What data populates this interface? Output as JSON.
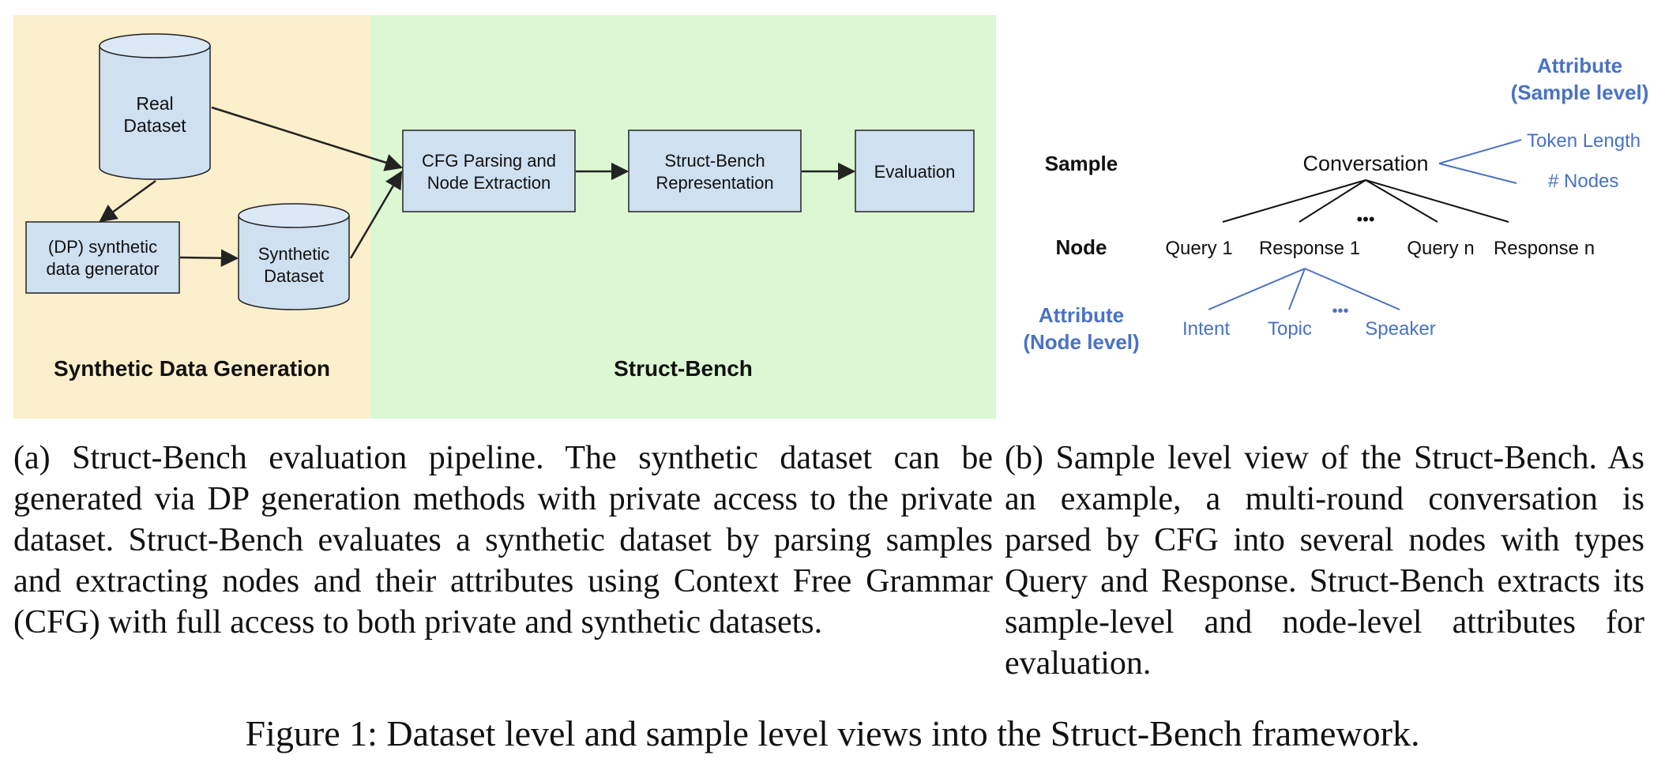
{
  "pipeline": {
    "colors": {
      "gen_panel": "#fcefcb",
      "bench_panel": "#dcf8d2",
      "node_fill": "#cfe0f1",
      "stroke": "#222222"
    },
    "region_labels": {
      "generation": "Synthetic Data Generation",
      "bench": "Struct-Bench"
    },
    "real_dataset": [
      "Real",
      "Dataset"
    ],
    "generator": [
      "(DP) synthetic",
      "data generator"
    ],
    "synthetic_dataset": [
      "Synthetic",
      "Dataset"
    ],
    "cfg": [
      "CFG Parsing and",
      "Node Extraction"
    ],
    "representation": [
      "Struct-Bench",
      "Representation"
    ],
    "evaluation": "Evaluation"
  },
  "tree": {
    "colors": {
      "attribute": "#4a72c4",
      "text": "#111111"
    },
    "row_labels": {
      "sample": "Sample",
      "node": "Node"
    },
    "sample_attr_title": [
      "Attribute",
      "(Sample level)"
    ],
    "node_attr_title": [
      "Attribute",
      "(Node level)"
    ],
    "root": "Conversation",
    "sample_attributes": [
      "Token Length",
      "# Nodes"
    ],
    "nodes": [
      {
        "text": "Query 1"
      },
      {
        "text": "Response 1"
      },
      {
        "text": "Query n"
      },
      {
        "text": "Response n"
      }
    ],
    "node_attributes": [
      "Intent",
      "Topic",
      "Speaker"
    ],
    "ellipsis": "•••"
  },
  "captions": {
    "a": "(a) Struct-Bench evaluation pipeline. The synthetic dataset can be generated via DP generation methods with private access to the private dataset. Struct-Bench evaluates a synthetic dataset by parsing samples and extracting nodes and their attributes using Context Free Grammar (CFG) with full access to both private and synthetic datasets.",
    "b": "(b) Sample level view of the Struct-Bench. As an example, a multi-round conversation is parsed by CFG into several nodes with types Query and Response. Struct-Bench extracts its sample-level and node-level attributes for evaluation.",
    "figure": "Figure 1: Dataset level and sample level views into the Struct-Bench framework."
  }
}
